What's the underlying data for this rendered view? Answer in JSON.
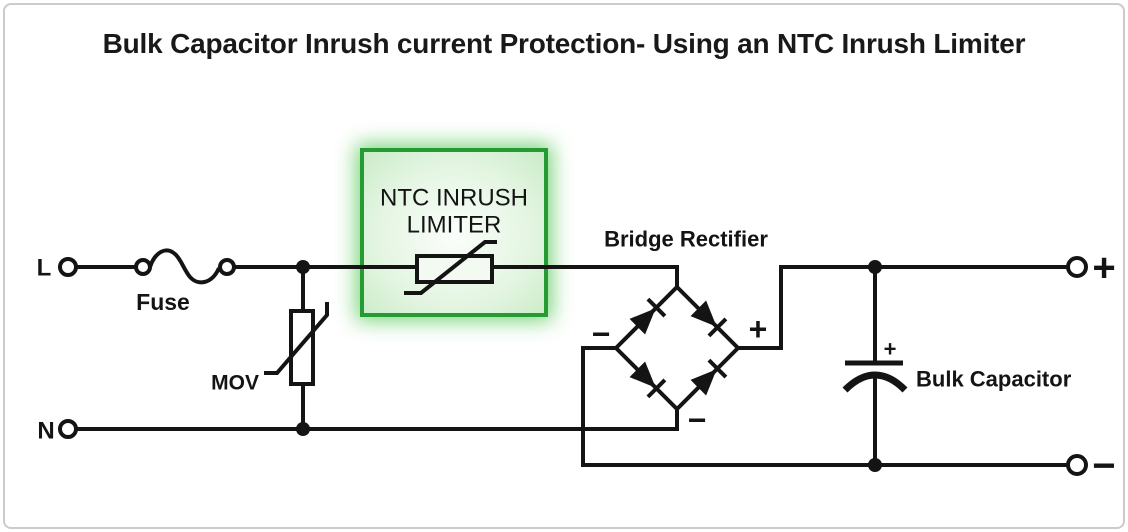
{
  "title": "Bulk Capacitor Inrush current Protection- Using an NTC Inrush Limiter",
  "terminals": {
    "live": "L",
    "neutral": "N",
    "output_positive": "+",
    "output_negative": "−"
  },
  "components": {
    "fuse": {
      "label": "Fuse"
    },
    "mov": {
      "label": "MOV"
    },
    "ntc_limiter": {
      "label_line1": "NTC INRUSH",
      "label_line2": "LIMITER"
    },
    "bridge_rectifier": {
      "label": "Bridge Rectifier",
      "minus_left": "−",
      "plus_right": "+",
      "minus_bottom": "−"
    },
    "bulk_capacitor": {
      "label": "Bulk Capacitor",
      "polarity_plus": "+"
    }
  },
  "colors": {
    "wire": "#141414",
    "highlight_border": "#249b33",
    "highlight_glow": "#63cc63",
    "highlight_fill_center": "#fbfefb",
    "highlight_fill_edge": "#c2e9bf",
    "frame_border": "#cbcbcb",
    "background": "#ffffff"
  }
}
